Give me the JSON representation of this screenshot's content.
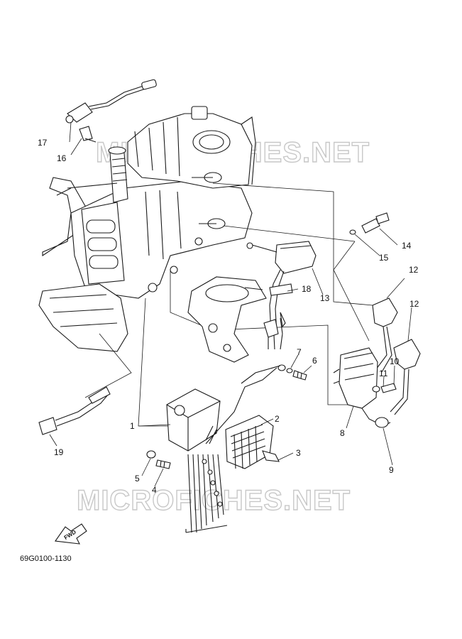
{
  "diagram": {
    "part_code": "69G0100-1130",
    "fwd_label": "FWD",
    "watermark": "MICROFICHES.NET",
    "callouts": [
      {
        "id": "1",
        "label": "1"
      },
      {
        "id": "2",
        "label": "2"
      },
      {
        "id": "3",
        "label": "3"
      },
      {
        "id": "4",
        "label": "4"
      },
      {
        "id": "5",
        "label": "5"
      },
      {
        "id": "6",
        "label": "6"
      },
      {
        "id": "7",
        "label": "7"
      },
      {
        "id": "8",
        "label": "8"
      },
      {
        "id": "9",
        "label": "9"
      },
      {
        "id": "10",
        "label": "10"
      },
      {
        "id": "11",
        "label": "11"
      },
      {
        "id": "12a",
        "label": "12"
      },
      {
        "id": "12b",
        "label": "12"
      },
      {
        "id": "13",
        "label": "13"
      },
      {
        "id": "14",
        "label": "14"
      },
      {
        "id": "15",
        "label": "15"
      },
      {
        "id": "16",
        "label": "16"
      },
      {
        "id": "17",
        "label": "17"
      },
      {
        "id": "18",
        "label": "18"
      },
      {
        "id": "19",
        "label": "19"
      }
    ]
  }
}
